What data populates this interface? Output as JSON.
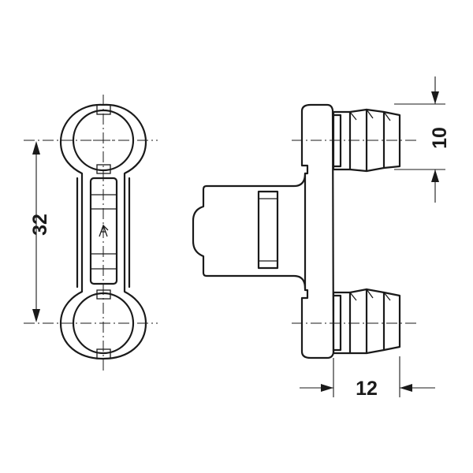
{
  "dimensions": {
    "height_label": "32",
    "thread_label": "10",
    "depth_label": "12"
  },
  "colors": {
    "line": "#1a1a1a",
    "background": "#ffffff"
  },
  "icons": {
    "logo": "hafele-logo-mark"
  }
}
